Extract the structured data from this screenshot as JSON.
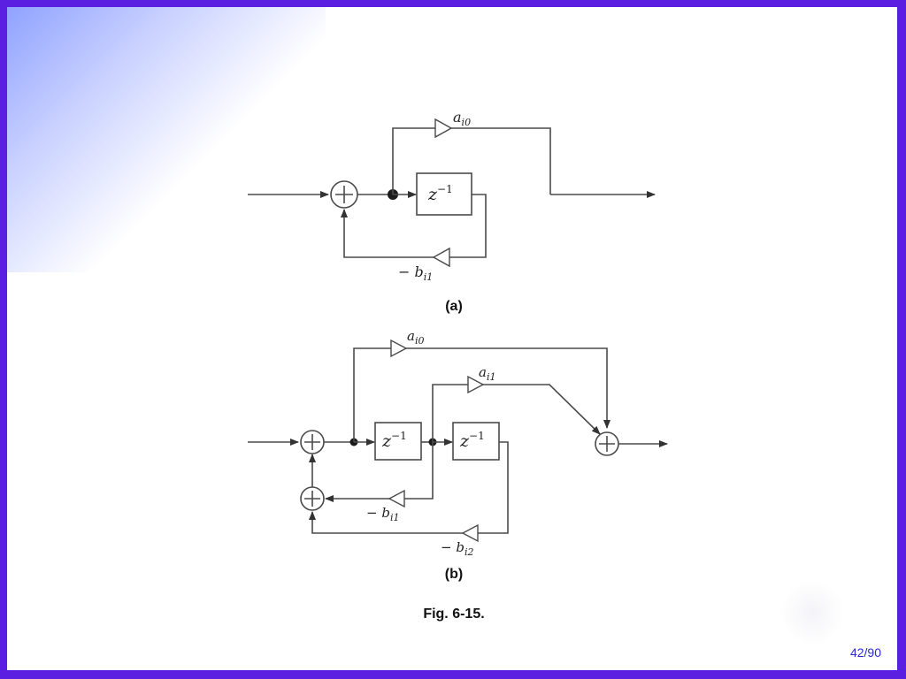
{
  "diagram_a": {
    "feedforward_label": "a_i0",
    "delay_label": "z^-1",
    "feedback_label": "- b_i1",
    "caption": "(a)"
  },
  "diagram_b": {
    "feedforward_labels": [
      "a_i0",
      "a_i1"
    ],
    "delay_labels": [
      "z^-1",
      "z^-1"
    ],
    "feedback_labels": [
      "- b_i1",
      "- b_i2"
    ],
    "caption": "(b)"
  },
  "figure_caption": "Fig. 6-15.",
  "page_number": "42/90",
  "colors": {
    "frame": "#5a1fe0",
    "page_number": "#2a2ad0"
  },
  "nodes": {
    "adder_symbol": "⊕"
  }
}
